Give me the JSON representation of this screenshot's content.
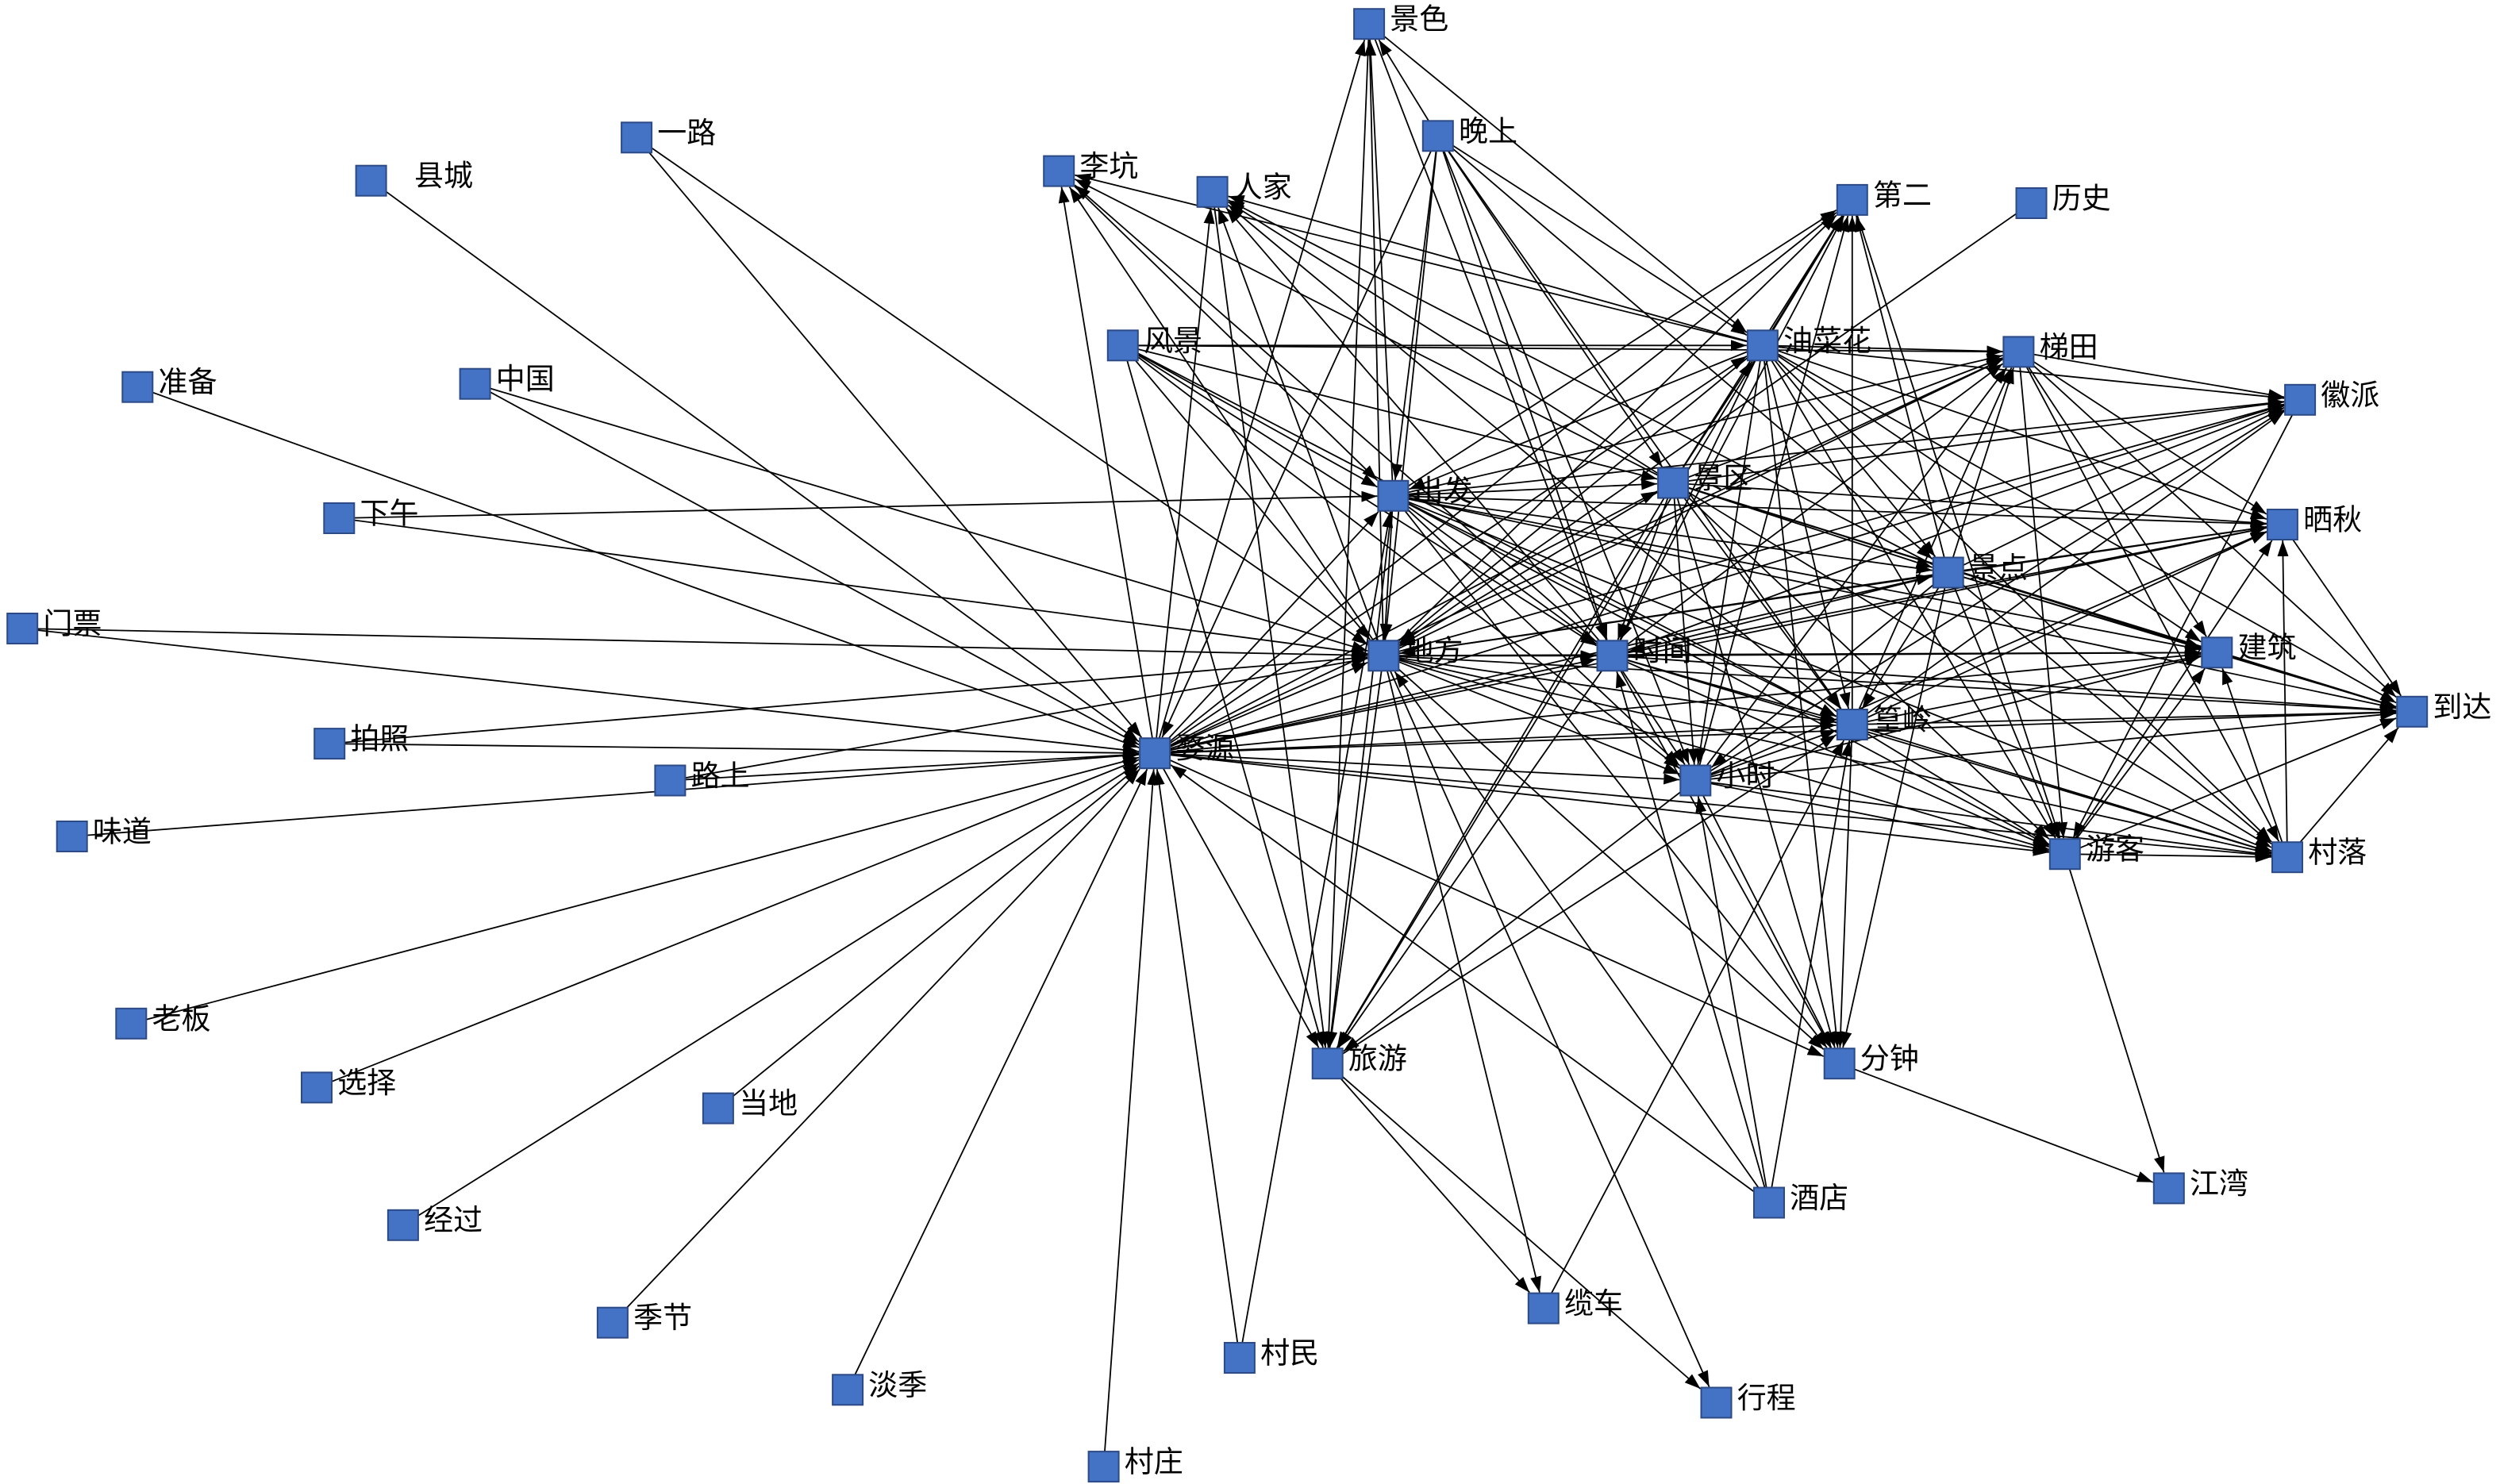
{
  "diagram": {
    "nodes": [
      "景色",
      "一路",
      "晚上",
      "县城",
      "李坑",
      "人家",
      "第二",
      "历史",
      "风景",
      "油菜花",
      "梯田",
      "准备",
      "中国",
      "徽派",
      "出发",
      "景区",
      "下午",
      "晒秋",
      "景点",
      "门票",
      "地方",
      "时间",
      "建筑",
      "到达",
      "拍照",
      "婺源",
      "篁岭",
      "路上",
      "小时",
      "味道",
      "游客",
      "村落",
      "老板",
      "旅游",
      "分钟",
      "选择",
      "当地",
      "江湾",
      "酒店",
      "经过",
      "缆车",
      "季节",
      "村民",
      "淡季",
      "行程",
      "村庄"
    ],
    "edges": [
      [
        3,
        25
      ],
      [
        1,
        25
      ],
      [
        1,
        20
      ],
      [
        11,
        25
      ],
      [
        12,
        25
      ],
      [
        12,
        20
      ],
      [
        16,
        14
      ],
      [
        16,
        20
      ],
      [
        19,
        25
      ],
      [
        19,
        20
      ],
      [
        24,
        25
      ],
      [
        24,
        20
      ],
      [
        27,
        25
      ],
      [
        27,
        20
      ],
      [
        29,
        25
      ],
      [
        32,
        25
      ],
      [
        35,
        25
      ],
      [
        36,
        25
      ],
      [
        39,
        25
      ],
      [
        41,
        25
      ],
      [
        43,
        25
      ],
      [
        45,
        25
      ],
      [
        42,
        25
      ],
      [
        42,
        14
      ],
      [
        25,
        20
      ],
      [
        25,
        21
      ],
      [
        25,
        26
      ],
      [
        25,
        28
      ],
      [
        25,
        30
      ],
      [
        25,
        31
      ],
      [
        25,
        23
      ],
      [
        25,
        22
      ],
      [
        25,
        17
      ],
      [
        25,
        13
      ],
      [
        25,
        10
      ],
      [
        25,
        9
      ],
      [
        25,
        6
      ],
      [
        25,
        0
      ],
      [
        25,
        4
      ],
      [
        25,
        5
      ],
      [
        25,
        14
      ],
      [
        25,
        15
      ],
      [
        25,
        18
      ],
      [
        25,
        33
      ],
      [
        25,
        34
      ],
      [
        38,
        25
      ],
      [
        2,
        25
      ],
      [
        20,
        0
      ],
      [
        14,
        0
      ],
      [
        2,
        0
      ],
      [
        0,
        9
      ],
      [
        0,
        33
      ],
      [
        0,
        21
      ],
      [
        2,
        9
      ],
      [
        2,
        15
      ],
      [
        2,
        21
      ],
      [
        2,
        26
      ],
      [
        2,
        14
      ],
      [
        2,
        20
      ],
      [
        2,
        28
      ],
      [
        2,
        18
      ],
      [
        9,
        4
      ],
      [
        20,
        4
      ],
      [
        21,
        4
      ],
      [
        15,
        4
      ],
      [
        4,
        14
      ],
      [
        9,
        5
      ],
      [
        15,
        5
      ],
      [
        26,
        5
      ],
      [
        20,
        5
      ],
      [
        21,
        5
      ],
      [
        18,
        5
      ],
      [
        5,
        33
      ],
      [
        8,
        9
      ],
      [
        8,
        10
      ],
      [
        8,
        15
      ],
      [
        8,
        21
      ],
      [
        8,
        26
      ],
      [
        8,
        20
      ],
      [
        8,
        28
      ],
      [
        8,
        14
      ],
      [
        8,
        33
      ],
      [
        20,
        6
      ],
      [
        21,
        6
      ],
      [
        14,
        6
      ],
      [
        15,
        6
      ],
      [
        26,
        6
      ],
      [
        28,
        6
      ],
      [
        18,
        6
      ],
      [
        9,
        6
      ],
      [
        6,
        30
      ],
      [
        33,
        6
      ],
      [
        7,
        20
      ],
      [
        9,
        10
      ],
      [
        9,
        13
      ],
      [
        9,
        17
      ],
      [
        9,
        22
      ],
      [
        9,
        23
      ],
      [
        9,
        26
      ],
      [
        9,
        30
      ],
      [
        9,
        31
      ],
      [
        9,
        18
      ],
      [
        9,
        21
      ],
      [
        9,
        20
      ],
      [
        9,
        14
      ],
      [
        9,
        28
      ],
      [
        9,
        34
      ],
      [
        15,
        9
      ],
      [
        10,
        13
      ],
      [
        10,
        17
      ],
      [
        10,
        22
      ],
      [
        10,
        23
      ],
      [
        10,
        30
      ],
      [
        10,
        31
      ],
      [
        20,
        10
      ],
      [
        21,
        10
      ],
      [
        26,
        10
      ],
      [
        15,
        10
      ],
      [
        14,
        10
      ],
      [
        18,
        10
      ],
      [
        28,
        10
      ],
      [
        15,
        13
      ],
      [
        21,
        13
      ],
      [
        20,
        13
      ],
      [
        26,
        13
      ],
      [
        14,
        13
      ],
      [
        28,
        13
      ],
      [
        18,
        13
      ],
      [
        13,
        30
      ],
      [
        14,
        15
      ],
      [
        14,
        20
      ],
      [
        14,
        21
      ],
      [
        14,
        26
      ],
      [
        14,
        28
      ],
      [
        14,
        18
      ],
      [
        14,
        17
      ],
      [
        14,
        22
      ],
      [
        14,
        23
      ],
      [
        14,
        30
      ],
      [
        14,
        31
      ],
      [
        14,
        33
      ],
      [
        14,
        34
      ],
      [
        15,
        18
      ],
      [
        15,
        17
      ],
      [
        15,
        22
      ],
      [
        15,
        23
      ],
      [
        15,
        26
      ],
      [
        15,
        30
      ],
      [
        15,
        31
      ],
      [
        15,
        28
      ],
      [
        15,
        21
      ],
      [
        15,
        20
      ],
      [
        15,
        34
      ],
      [
        15,
        33
      ],
      [
        18,
        17
      ],
      [
        18,
        22
      ],
      [
        18,
        23
      ],
      [
        18,
        30
      ],
      [
        18,
        31
      ],
      [
        18,
        26
      ],
      [
        18,
        21
      ],
      [
        18,
        20
      ],
      [
        18,
        28
      ],
      [
        18,
        34
      ],
      [
        20,
        21
      ],
      [
        20,
        26
      ],
      [
        20,
        28
      ],
      [
        20,
        17
      ],
      [
        20,
        22
      ],
      [
        20,
        23
      ],
      [
        20,
        30
      ],
      [
        20,
        31
      ],
      [
        20,
        34
      ],
      [
        20,
        33
      ],
      [
        20,
        40
      ],
      [
        20,
        44
      ],
      [
        38,
        20
      ],
      [
        21,
        26
      ],
      [
        21,
        28
      ],
      [
        21,
        17
      ],
      [
        21,
        22
      ],
      [
        21,
        23
      ],
      [
        21,
        30
      ],
      [
        21,
        31
      ],
      [
        21,
        34
      ],
      [
        21,
        33
      ],
      [
        38,
        21
      ],
      [
        26,
        17
      ],
      [
        26,
        22
      ],
      [
        26,
        23
      ],
      [
        26,
        30
      ],
      [
        26,
        31
      ],
      [
        26,
        34
      ],
      [
        28,
        26
      ],
      [
        40,
        26
      ],
      [
        38,
        26
      ],
      [
        33,
        26
      ],
      [
        28,
        17
      ],
      [
        28,
        22
      ],
      [
        28,
        23
      ],
      [
        28,
        30
      ],
      [
        28,
        31
      ],
      [
        28,
        34
      ],
      [
        28,
        33
      ],
      [
        38,
        28
      ],
      [
        30,
        22
      ],
      [
        30,
        23
      ],
      [
        30,
        17
      ],
      [
        30,
        37
      ],
      [
        30,
        31
      ],
      [
        31,
        17
      ],
      [
        31,
        22
      ],
      [
        31,
        23
      ],
      [
        22,
        23
      ],
      [
        17,
        23
      ],
      [
        34,
        37
      ],
      [
        33,
        40
      ],
      [
        33,
        44
      ]
    ]
  },
  "colors": {
    "background": "#ffffff",
    "node_fill": "#4472c4",
    "node_stroke": "#2b4a86",
    "edge": "#000000",
    "label": "#000000"
  }
}
